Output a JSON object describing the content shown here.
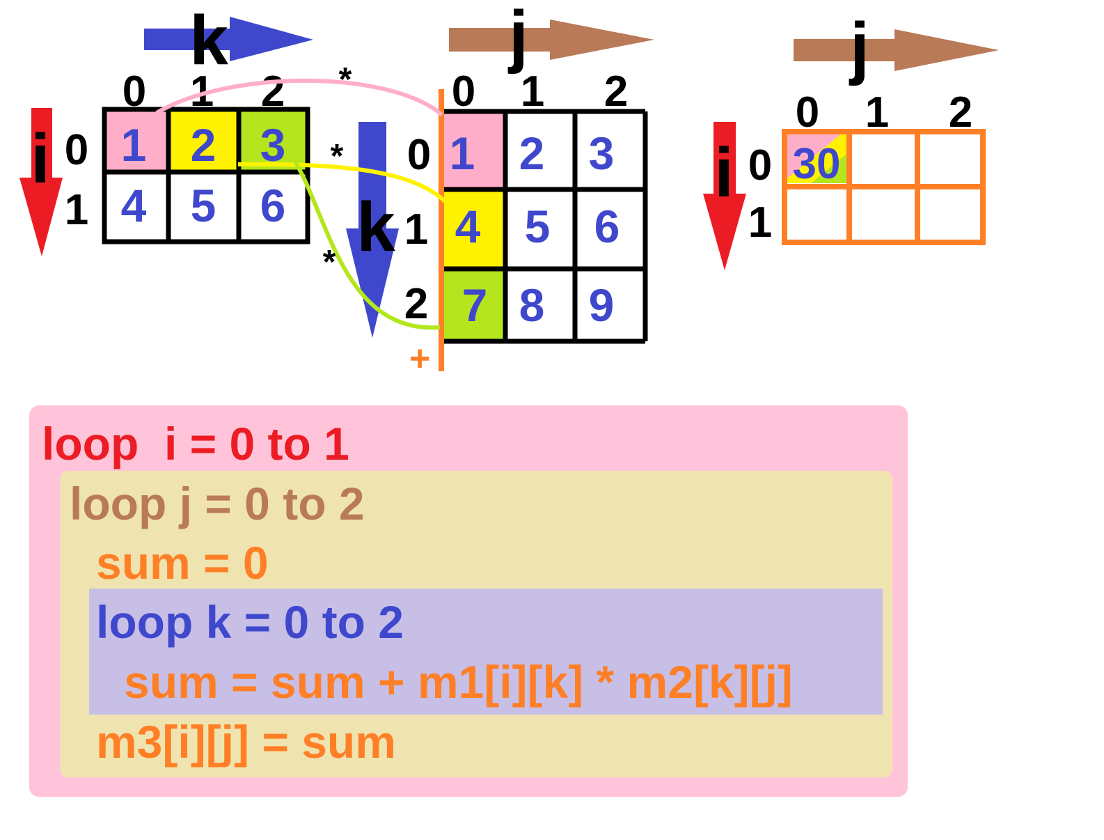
{
  "matrix1": {
    "row_var": "i",
    "col_var": "k",
    "col_indices": [
      "0",
      "1",
      "2"
    ],
    "row_indices": [
      "0",
      "1"
    ],
    "cells": [
      [
        "1",
        "2",
        "3"
      ],
      [
        "4",
        "5",
        "6"
      ]
    ]
  },
  "matrix2": {
    "row_var": "k",
    "col_var": "j",
    "col_indices": [
      "0",
      "1",
      "2"
    ],
    "row_indices": [
      "0",
      "1",
      "2"
    ],
    "cells": [
      [
        "1",
        "2",
        "3"
      ],
      [
        "4",
        "5",
        "6"
      ],
      [
        "7",
        "8",
        "9"
      ]
    ]
  },
  "matrix3": {
    "row_var": "i",
    "col_var": "j",
    "col_indices": [
      "0",
      "1",
      "2"
    ],
    "row_indices": [
      "0",
      "1"
    ],
    "cells": [
      [
        "30",
        "",
        ""
      ],
      [
        "",
        "",
        ""
      ]
    ]
  },
  "operators": {
    "multiply": "*",
    "plus": "+"
  },
  "code": {
    "loop_i": "loop  i = 0 to 1",
    "loop_j": "loop j = 0 to 2",
    "sum_init": "sum = 0",
    "loop_k": "loop k = 0 to 2",
    "sum_update": "sum = sum + m1[i][k] * m2[k][j]",
    "assign": "m3[i][j] = sum"
  },
  "colors": {
    "i_red": "#ec1c24",
    "k_blue": "#3f48cc",
    "j_brown": "#b97a57",
    "orange": "#ff7f27",
    "pink": "#ffaec9",
    "yellow": "#fff200",
    "lime": "#b5e61d",
    "code_outer": "#ffc4d9",
    "code_middle": "#efe4b0",
    "code_inner": "#c8bfe7"
  }
}
